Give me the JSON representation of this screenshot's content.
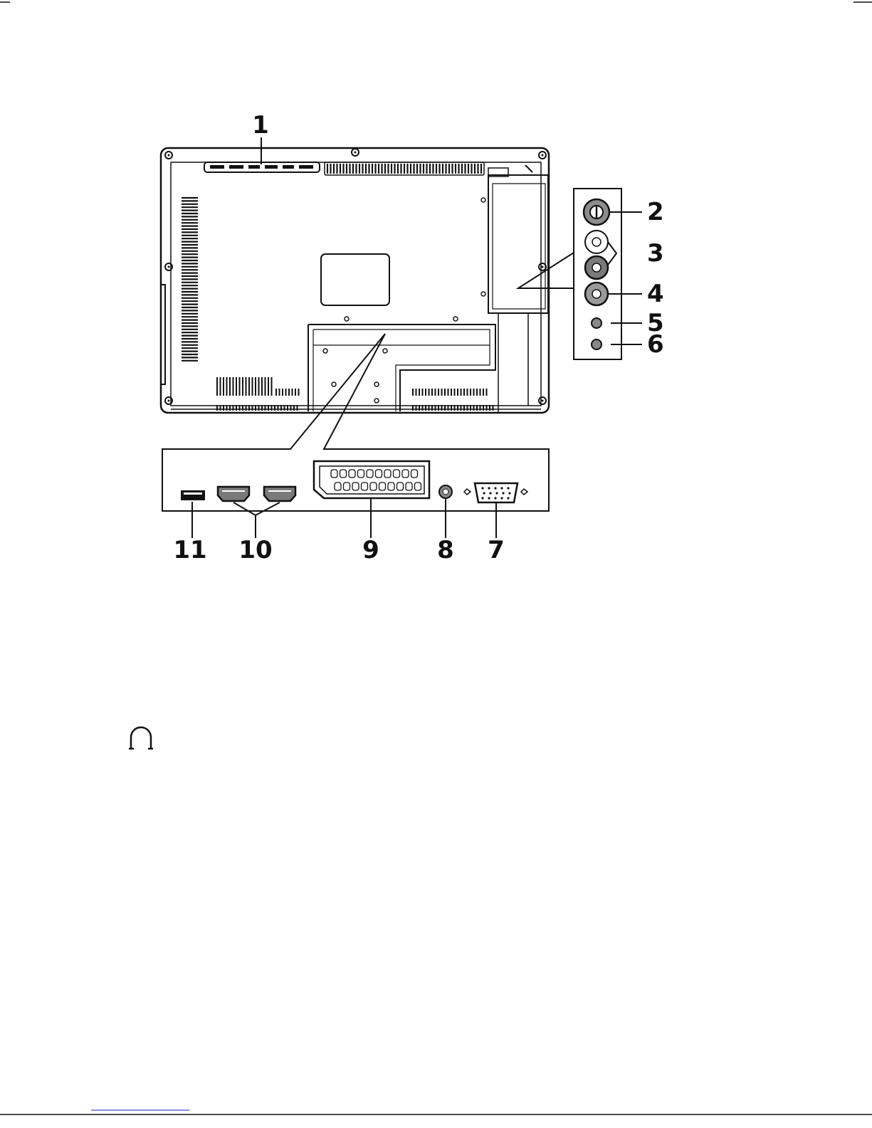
{
  "diagram": {
    "type": "tv-rear-panel-connections",
    "callouts": [
      "1",
      "2",
      "3",
      "4",
      "5",
      "6",
      "7",
      "8",
      "9",
      "10",
      "11"
    ],
    "icons": [
      "headphone-icon"
    ],
    "colors": {
      "line": "#111111",
      "rca_white": "#ffffff",
      "rca_red": "#7a7a7a",
      "rca_yellow": "#9a9a9a",
      "antenna": "#8c8c8c",
      "background": "#ffffff"
    }
  }
}
